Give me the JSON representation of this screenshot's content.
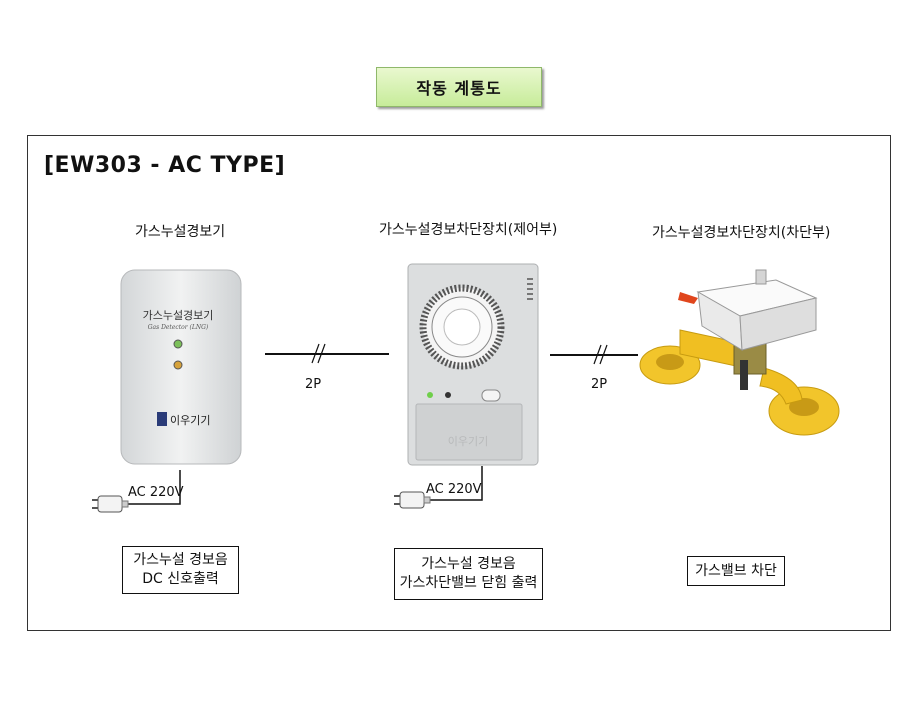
{
  "header": {
    "title": "작동 계통도"
  },
  "diagram": {
    "type_label": "[EW303 - AC TYPE]",
    "devices": [
      {
        "label": "가스누설경보기",
        "panel_name": "가스누설경보기",
        "panel_sub": "Gas Detector (LNG)",
        "brand": "이우기기"
      },
      {
        "label": "가스누설경보차단장치(제어부)",
        "brand": "이우기기"
      },
      {
        "label": "가스누설경보차단장치(차단부)"
      }
    ],
    "connections": [
      {
        "label": "2P"
      },
      {
        "label": "2P"
      }
    ],
    "power": [
      {
        "label": "AC 220V"
      },
      {
        "label": "AC 220V"
      }
    ],
    "outputs": [
      {
        "line1": "가스누설 경보음",
        "line2": "DC 신호출력"
      },
      {
        "line1": "가스누설 경보음",
        "line2": "가스차단밸브 닫힘 출력"
      },
      {
        "line1": "가스밸브 차단"
      }
    ]
  }
}
